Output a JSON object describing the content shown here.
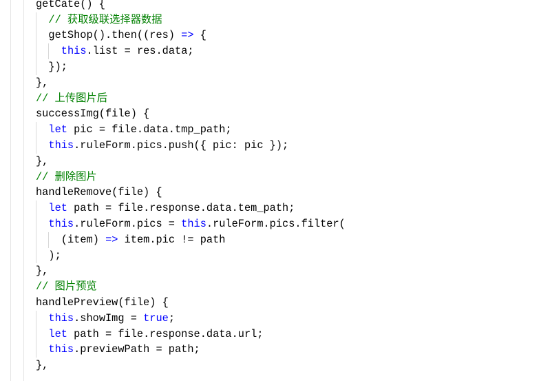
{
  "colors": {
    "keyword": "#0000ff",
    "comment": "#008000",
    "text": "#000000"
  },
  "code": {
    "lines": [
      {
        "indent": 0,
        "tokens": [
          {
            "t": "});",
            "c": ""
          }
        ]
      },
      {
        "indent": 0,
        "tokens": [
          {
            "t": "getCate() {",
            "c": ""
          }
        ]
      },
      {
        "indent": 1,
        "tokens": [
          {
            "t": "// 获取级联选择器数据",
            "c": "cm"
          }
        ]
      },
      {
        "indent": 1,
        "tokens": [
          {
            "t": "getShop().then((res) ",
            "c": ""
          },
          {
            "t": "=>",
            "c": "kw"
          },
          {
            "t": " {",
            "c": ""
          }
        ]
      },
      {
        "indent": 2,
        "tokens": [
          {
            "t": "this",
            "c": "kw"
          },
          {
            "t": ".list = res.data;",
            "c": ""
          }
        ]
      },
      {
        "indent": 1,
        "tokens": [
          {
            "t": "});",
            "c": ""
          }
        ]
      },
      {
        "indent": 0,
        "tokens": [
          {
            "t": "},",
            "c": ""
          }
        ]
      },
      {
        "indent": 0,
        "tokens": [
          {
            "t": "// 上传图片后",
            "c": "cm"
          }
        ]
      },
      {
        "indent": 0,
        "tokens": [
          {
            "t": "successImg(file) {",
            "c": ""
          }
        ]
      },
      {
        "indent": 1,
        "tokens": [
          {
            "t": "let",
            "c": "kw"
          },
          {
            "t": " pic = file.data.tmp_path;",
            "c": ""
          }
        ]
      },
      {
        "indent": 1,
        "tokens": [
          {
            "t": "this",
            "c": "kw"
          },
          {
            "t": ".ruleForm.pics.push({ pic: pic });",
            "c": ""
          }
        ]
      },
      {
        "indent": 0,
        "tokens": [
          {
            "t": "},",
            "c": ""
          }
        ]
      },
      {
        "indent": 0,
        "tokens": [
          {
            "t": "// 删除图片",
            "c": "cm"
          }
        ]
      },
      {
        "indent": 0,
        "tokens": [
          {
            "t": "handleRemove(file) {",
            "c": ""
          }
        ]
      },
      {
        "indent": 1,
        "tokens": [
          {
            "t": "let",
            "c": "kw"
          },
          {
            "t": " path = file.response.data.tem_path;",
            "c": ""
          }
        ]
      },
      {
        "indent": 1,
        "tokens": [
          {
            "t": "this",
            "c": "kw"
          },
          {
            "t": ".ruleForm.pics = ",
            "c": ""
          },
          {
            "t": "this",
            "c": "kw"
          },
          {
            "t": ".ruleForm.pics.filter(",
            "c": ""
          }
        ]
      },
      {
        "indent": 2,
        "tokens": [
          {
            "t": "(item) ",
            "c": ""
          },
          {
            "t": "=>",
            "c": "kw"
          },
          {
            "t": " item.pic != path",
            "c": ""
          }
        ]
      },
      {
        "indent": 1,
        "tokens": [
          {
            "t": ");",
            "c": ""
          }
        ]
      },
      {
        "indent": 0,
        "tokens": [
          {
            "t": "},",
            "c": ""
          }
        ]
      },
      {
        "indent": 0,
        "tokens": [
          {
            "t": "// 图片预览",
            "c": "cm"
          }
        ]
      },
      {
        "indent": 0,
        "tokens": [
          {
            "t": "handlePreview(file) {",
            "c": ""
          }
        ]
      },
      {
        "indent": 1,
        "tokens": [
          {
            "t": "this",
            "c": "kw"
          },
          {
            "t": ".showImg = ",
            "c": ""
          },
          {
            "t": "true",
            "c": "kw"
          },
          {
            "t": ";",
            "c": ""
          }
        ]
      },
      {
        "indent": 1,
        "tokens": [
          {
            "t": "let",
            "c": "kw"
          },
          {
            "t": " path = file.response.data.url;",
            "c": ""
          }
        ]
      },
      {
        "indent": 1,
        "tokens": [
          {
            "t": "this",
            "c": "kw"
          },
          {
            "t": ".previewPath = path;",
            "c": ""
          }
        ]
      },
      {
        "indent": 0,
        "tokens": [
          {
            "t": "},",
            "c": ""
          }
        ]
      }
    ]
  }
}
